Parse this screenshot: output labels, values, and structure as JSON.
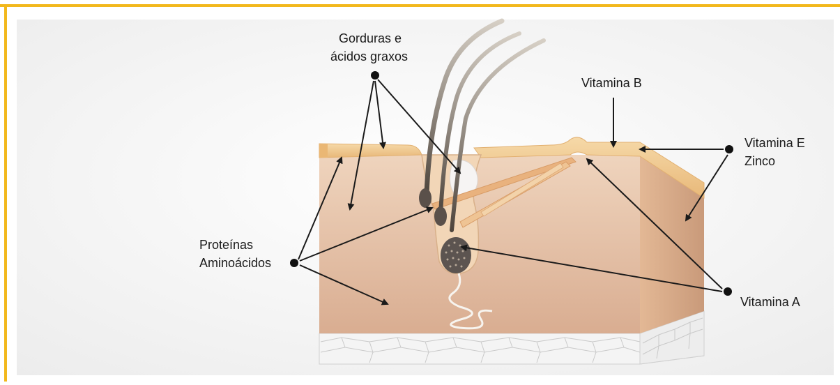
{
  "labels": {
    "fats_line1": "Gorduras e",
    "fats_line2": "ácidos graxos",
    "vitamin_b": "Vitamina B",
    "vitamin_e_line1": "Vitamina E",
    "vitamin_e_line2": "Zinco",
    "proteins_line1": "Proteínas",
    "proteins_line2": "Aminoácidos",
    "vitamin_a": "Vitamina A"
  },
  "colors": {
    "frame_border": "#f2b81c",
    "skin_top": "#f0c98f",
    "dermis": "#e7c8ad",
    "subcutis": "#f3f3f3",
    "hair": "#6b5d50",
    "follicle": "#5a504a"
  }
}
